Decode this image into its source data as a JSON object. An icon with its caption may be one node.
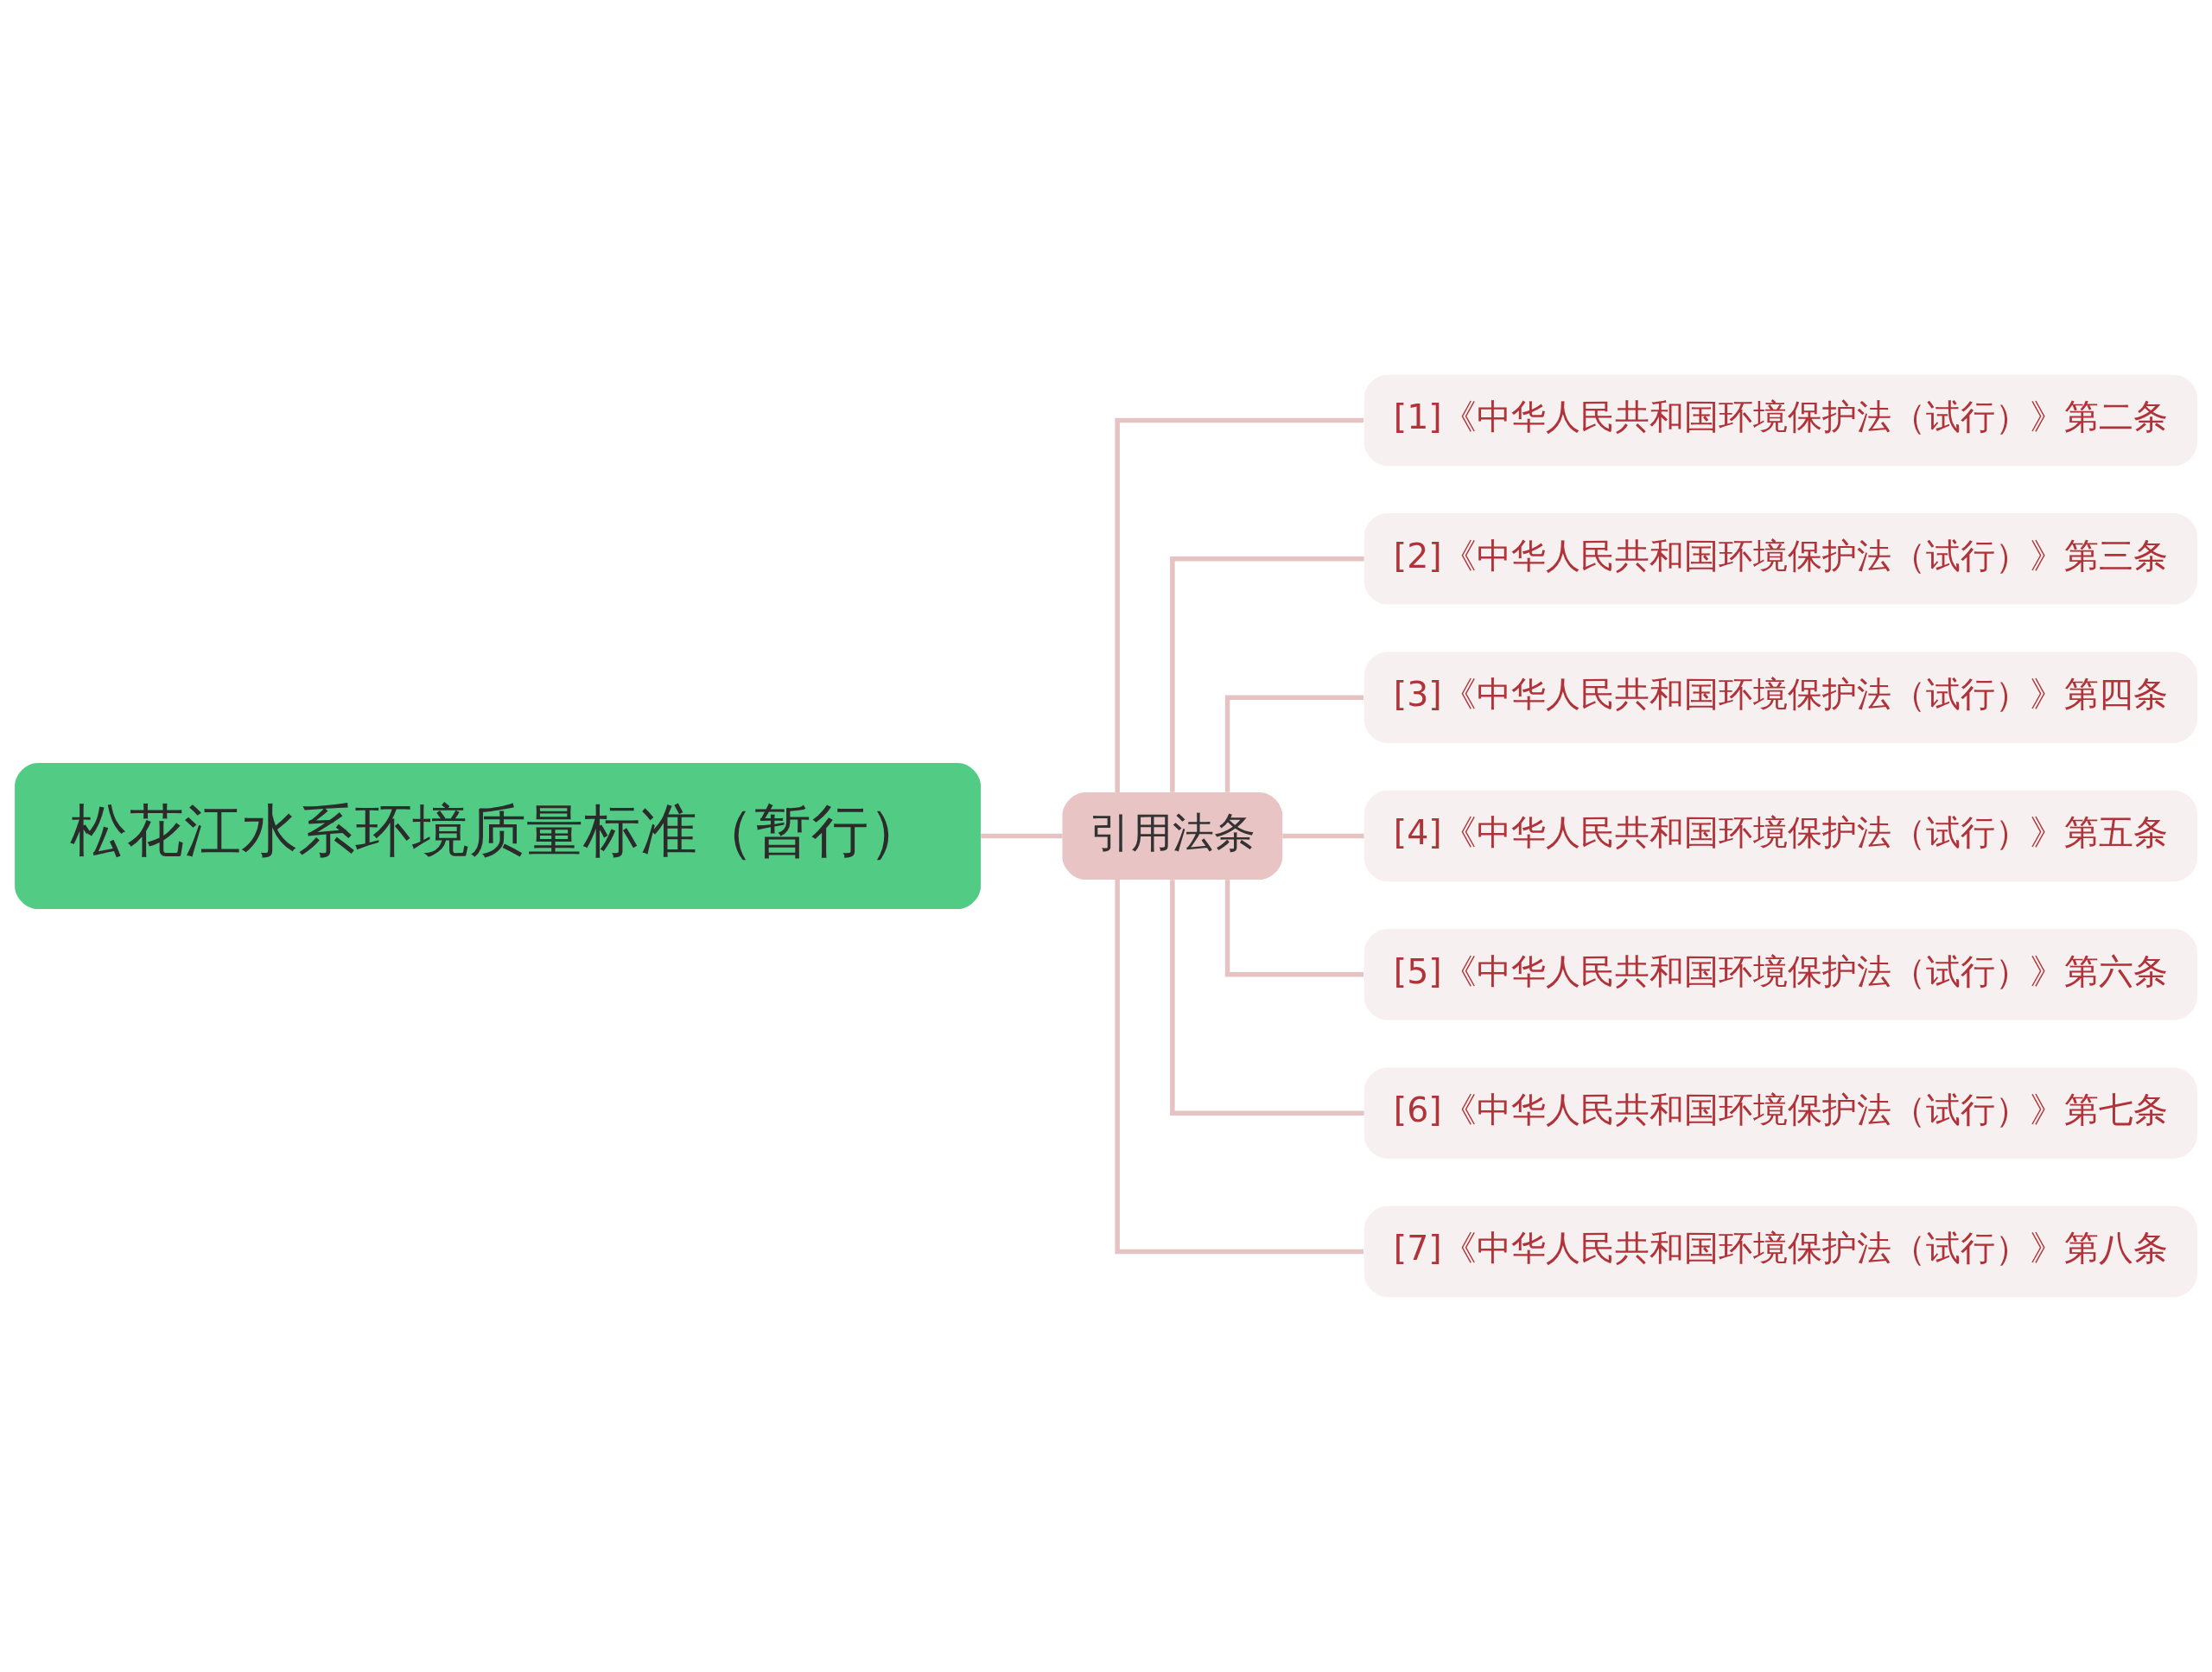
{
  "diagram": {
    "nodes": [
      {
        "text": [
          "松花江水系环境质量标准（暂行）"
        ]
      },
      {
        "text": [
          "引用法条"
        ]
      },
      {
        "text": [
          "[1]《中华人民共和国环境保护法（试行）》第二条"
        ]
      },
      {
        "text": [
          "[2]《中华人民共和国环境保护法（试行）》第三条"
        ]
      },
      {
        "text": [
          "[3]《中华人民共和国环境保护法（试行）》第四条"
        ]
      },
      {
        "text": [
          "[4]《中华人民共和国环境保护法（试行）》第五条"
        ]
      },
      {
        "text": [
          "[5]《中华人民共和国环境保护法（试行）》第六条"
        ]
      },
      {
        "text": [
          "[6]《中华人民共和国环境保护法（试行）》第七条"
        ]
      },
      {
        "text": [
          "[7]《中华人民共和国环境保护法（试行）》第八条"
        ]
      }
    ],
    "edges": [
      {
        "from": 0,
        "to": 1,
        "arrow": "none"
      },
      {
        "from": 1,
        "to": 2,
        "arrow": "none"
      },
      {
        "from": 1,
        "to": 3,
        "arrow": "none"
      },
      {
        "from": 1,
        "to": 4,
        "arrow": "none"
      },
      {
        "from": 1,
        "to": 5,
        "arrow": "none"
      },
      {
        "from": 1,
        "to": 6,
        "arrow": "none"
      },
      {
        "from": 1,
        "to": 7,
        "arrow": "none"
      },
      {
        "from": 1,
        "to": 8,
        "arrow": "none"
      }
    ]
  }
}
